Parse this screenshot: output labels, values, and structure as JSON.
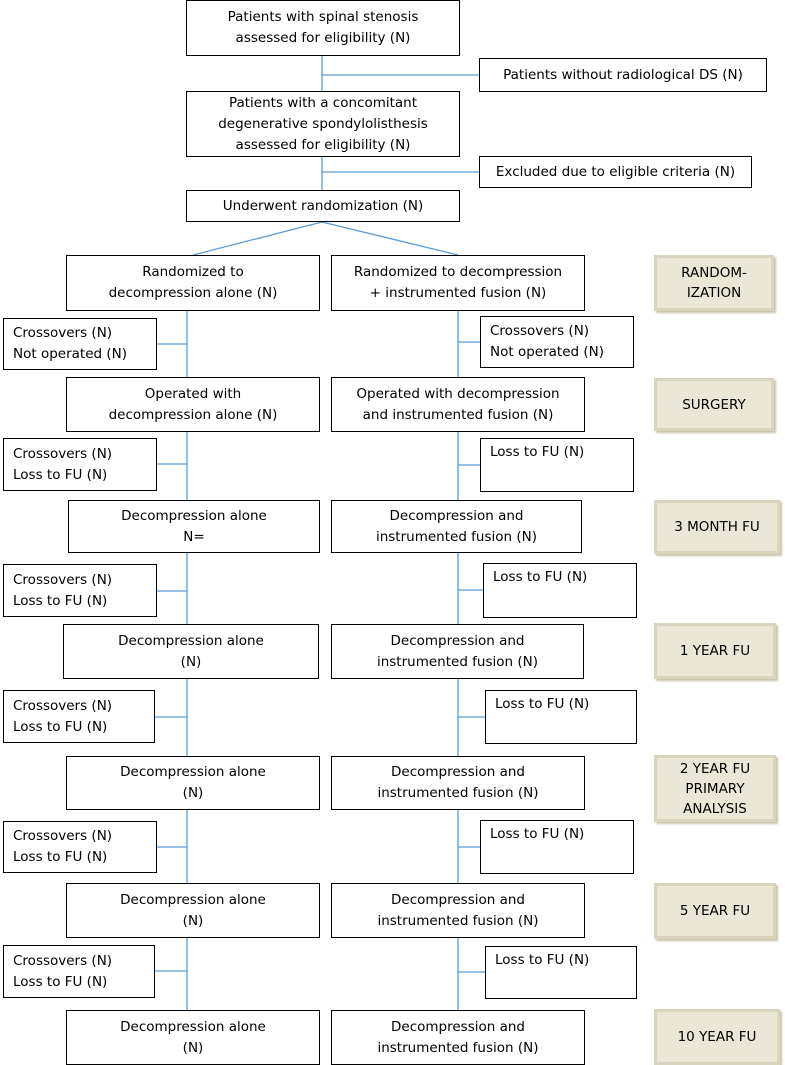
{
  "flow": {
    "eligibility": [
      "Patients with spinal stenosis",
      "assessed for eligibility (N)"
    ],
    "no_ds": [
      "Patients without radiological DS (N)"
    ],
    "ds": [
      "Patients with a concomitant",
      "degenerative spondylolisthesis",
      "assessed for eligibility (N)"
    ],
    "excluded": [
      "Excluded due to eligible criteria (N)"
    ],
    "randomization": [
      "Underwent randomization (N)"
    ]
  },
  "left": {
    "rand": [
      "Randomized to",
      "decompression alone (N)"
    ],
    "side1": [
      "Crossovers (N)",
      "Not operated (N)"
    ],
    "surg": [
      "Operated with",
      "decompression alone (N)"
    ],
    "side2": [
      "Crossovers (N)",
      "Loss to FU  (N)"
    ],
    "m3": [
      "Decompression alone",
      "N="
    ],
    "side3": [
      "Crossovers (N)",
      "Loss to FU  (N)"
    ],
    "y1": [
      "Decompression alone",
      "(N)"
    ],
    "side4": [
      "Crossovers (N)",
      "Loss to FU  (N)"
    ],
    "y2": [
      "Decompression alone",
      "(N)"
    ],
    "side5": [
      "Crossovers (N)",
      "Loss to FU  (N)"
    ],
    "y5": [
      "Decompression alone",
      "(N)"
    ],
    "side6": [
      "Crossovers (N)",
      "Loss to FU  (N)"
    ],
    "y10": [
      "Decompression alone",
      "(N)"
    ]
  },
  "right": {
    "rand": [
      "Randomized to decompression",
      "+ instrumented fusion (N)"
    ],
    "side1": [
      "Crossovers (N)",
      "Not operated (N)"
    ],
    "surg": [
      "Operated with decompression",
      "and instrumented fusion (N)"
    ],
    "side2": [
      "Loss to FU  (N)"
    ],
    "m3": [
      "Decompression and",
      "instrumented fusion (N)"
    ],
    "side3": [
      "Loss to FU  (N)"
    ],
    "y1": [
      "Decompression and",
      "instrumented fusion (N)"
    ],
    "side4": [
      "Loss to FU  (N)"
    ],
    "y2": [
      "Decompression and",
      "instrumented fusion (N)"
    ],
    "side5": [
      "Loss to FU  (N)"
    ],
    "y5": [
      "Decompression and",
      "instrumented fusion (N)"
    ],
    "side6": [
      "Loss to FU  (N)"
    ],
    "y10": [
      "Decompression and",
      "instrumented fusion (N)"
    ]
  },
  "stages": {
    "randomization": [
      "RANDOM-",
      "IZATION"
    ],
    "surgery": [
      "SURGERY"
    ],
    "m3": [
      "3 MONTH FU"
    ],
    "y1": [
      "1 YEAR FU"
    ],
    "y2": [
      "2 YEAR FU",
      "PRIMARY",
      "ANALYSIS"
    ],
    "y5": [
      "5 YEAR FU"
    ],
    "y10": [
      "10 YEAR FU"
    ]
  },
  "colors": {
    "connector": "#5b9bd5",
    "box_border": "#000000",
    "stage_fill": "#ebe7d6",
    "stage_border": "#d9d4bd"
  }
}
